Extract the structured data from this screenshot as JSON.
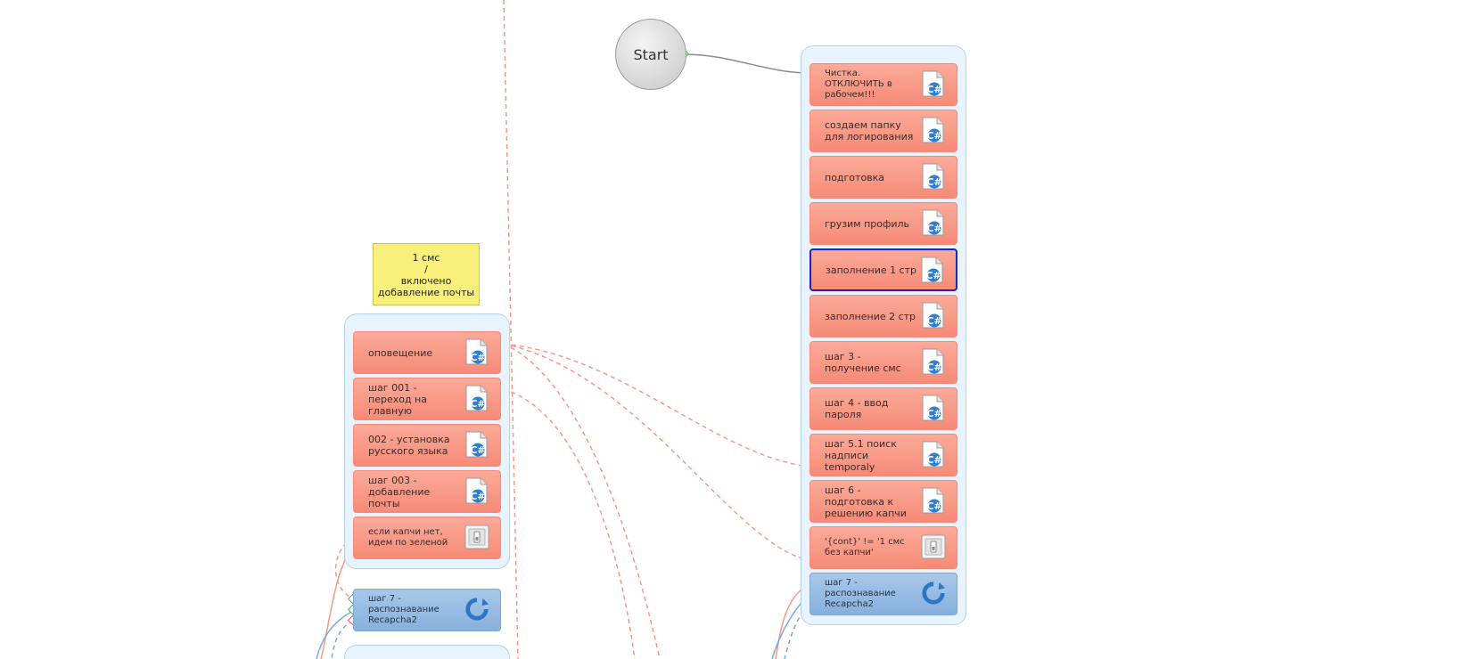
{
  "start": {
    "label": "Start"
  },
  "note": {
    "lines": [
      "1 смс",
      "/",
      "включено",
      "добавление почты"
    ]
  },
  "right_group": {
    "nodes": [
      {
        "label": "Чистка. ОТКЛЮЧИТЬ в рабочем!!!",
        "icon": "csharp-file-icon"
      },
      {
        "label": "создаем папку для логирования",
        "icon": "csharp-file-icon"
      },
      {
        "label": "подготовка",
        "icon": "csharp-file-icon"
      },
      {
        "label": "грузим профиль",
        "icon": "csharp-file-icon"
      },
      {
        "label": "заполнение 1 стр",
        "icon": "csharp-file-icon"
      },
      {
        "label": "заполнение 2 стр",
        "icon": "csharp-file-icon"
      },
      {
        "label": "шаг 3 - получение смс",
        "icon": "csharp-file-icon"
      },
      {
        "label": "шаг 4 - ввод пароля",
        "icon": "csharp-file-icon"
      },
      {
        "label": "шаг 5.1 поиск надписи temporaly",
        "icon": "csharp-file-icon"
      },
      {
        "label": "шаг 6 - подготовка к решению капчи",
        "icon": "csharp-file-icon"
      },
      {
        "label": "'{cont}' != '1 смс без капчи'",
        "icon": "switch-icon"
      },
      {
        "label": "шаг 7 - распознавание Recapcha2",
        "icon": "refresh-icon"
      }
    ]
  },
  "left_group": {
    "nodes": [
      {
        "label": "оповещение",
        "icon": "csharp-file-icon"
      },
      {
        "label": "шаг 001 - переход на главную",
        "icon": "csharp-file-icon"
      },
      {
        "label": "002 - установка русского языка",
        "icon": "csharp-file-icon"
      },
      {
        "label": "шаг 003 - добавление почты",
        "icon": "csharp-file-icon"
      },
      {
        "label": "если капчи нет, идем по зеленой",
        "icon": "switch-icon"
      }
    ]
  },
  "standalone": {
    "label": "шаг 7 - распознавание Recapcha2",
    "icon": "refresh-icon"
  },
  "colors": {
    "node_red": "#f68a77",
    "node_blue": "#86b0dc",
    "group_bg": "#e9f3fd",
    "wire_red": "#f59a82",
    "wire_blue": "#7aa8da",
    "wire_grey": "#8a8a8a",
    "selected_border": "#1d22c8",
    "note_bg": "#f8f07a"
  }
}
